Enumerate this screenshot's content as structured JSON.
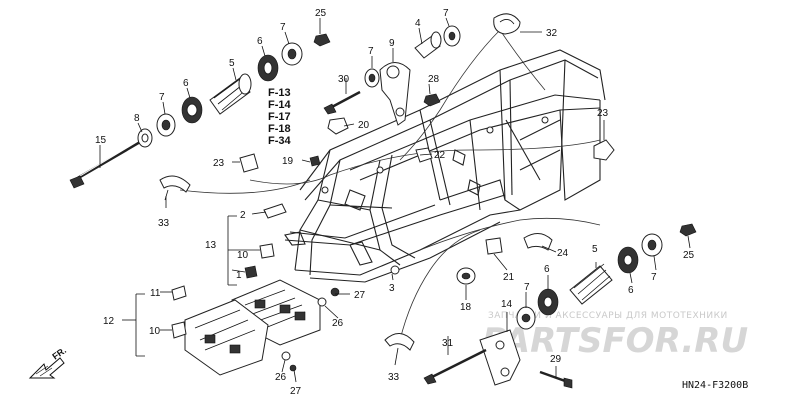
{
  "diagram": {
    "part_labels": {
      "p1": "1",
      "p2": "2",
      "p3": "3",
      "p4": "4",
      "p5a": "5",
      "p5b": "5",
      "p6a": "6",
      "p6b": "6",
      "p6c": "6",
      "p6d": "6",
      "p7a": "7",
      "p7b": "7",
      "p7c": "7",
      "p7d": "7",
      "p7e": "7",
      "p7f": "7",
      "p8": "8",
      "p9": "9",
      "p10a": "10",
      "p10b": "10",
      "p11": "11",
      "p12": "12",
      "p13": "13",
      "p14": "14",
      "p15": "15",
      "p18": "18",
      "p19": "19",
      "p20": "20",
      "p21": "21",
      "p22": "22",
      "p23a": "23",
      "p23b": "23",
      "p24": "24",
      "p25a": "25",
      "p25b": "25",
      "p26a": "26",
      "p26b": "26",
      "p27a": "27",
      "p27b": "27",
      "p28": "28",
      "p29": "29",
      "p30": "30",
      "p31": "31",
      "p32": "32",
      "p33a": "33",
      "p33b": "33"
    },
    "figure_refs": [
      "F-13",
      "F-14",
      "F-17",
      "F-18",
      "F-34"
    ],
    "front_arrow_label": "FR.",
    "diagram_code": "HN24-F3200B"
  },
  "watermark": {
    "line1": "ЗАПЧАСТИ И АКСЕССУАРЫ ДЛЯ МОТОТЕХНИКИ",
    "line2": "PARTSFOR.RU"
  }
}
